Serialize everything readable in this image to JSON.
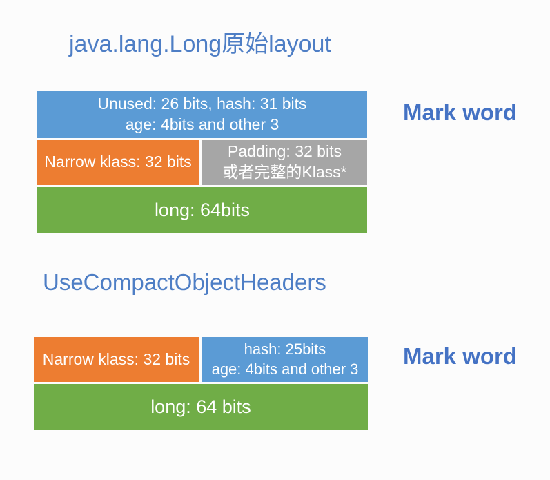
{
  "meta": {
    "description": "Diagram comparing java.lang.Long object memory layout before and after UseCompactObjectHeaders",
    "background_color": "#fcfcfc"
  },
  "colors": {
    "blue_box": "#5b9bd5",
    "orange_box": "#ed7d31",
    "gray_box": "#a6a6a6",
    "green_box": "#70ad47",
    "title_text": "#4e7ec5",
    "label_text": "#4472c4",
    "box_text": "#ffffff"
  },
  "section1": {
    "title": "java.lang.Long原始layout",
    "mark_word_label": "Mark word",
    "mark_word_box": {
      "line1": "Unused: 26 bits, hash: 31 bits",
      "line2": "age: 4bits and other 3"
    },
    "narrow_klass_box": "Narrow klass: 32 bits",
    "padding_box": {
      "line1": "Padding: 32 bits",
      "line2": "或者完整的Klass*"
    },
    "long_box": "long: 64bits"
  },
  "section2": {
    "title": "UseCompactObjectHeaders",
    "mark_word_label": "Mark word",
    "narrow_klass_box": "Narrow klass: 32 bits",
    "hash_box": {
      "line1": "hash: 25bits",
      "line2": "age: 4bits and other 3"
    },
    "long_box": "long: 64 bits"
  }
}
